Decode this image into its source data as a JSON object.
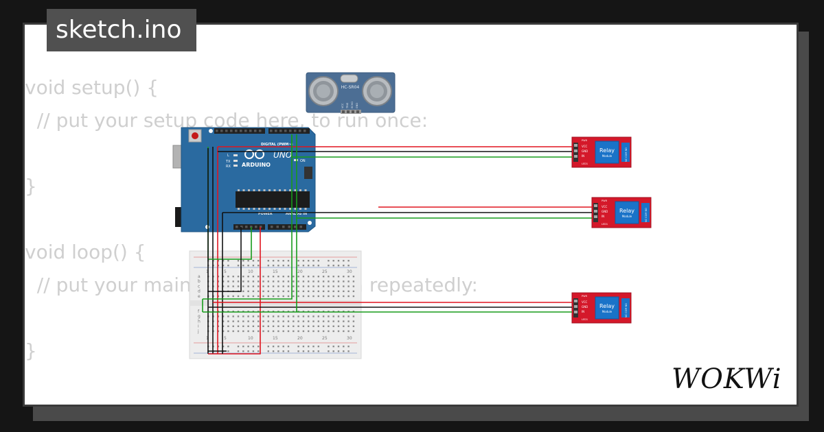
{
  "title": "sketch.ino",
  "code_lines": [
    "void setup() {",
    "  // put your setup code here, to run once:",
    "",
    "}",
    "",
    "void loop() {",
    "  // put your main code here, to run repeatedly:",
    "",
    "}"
  ],
  "ultrasonic": {
    "label": "HC-SR04",
    "pins": [
      "VCC",
      "TRIG",
      "ECHO",
      "GND"
    ]
  },
  "arduino": {
    "brand": "ARDUINO",
    "model": "UNO",
    "digital_label": "DIGITAL (PWM~)",
    "power_label": "POWER",
    "analog_label": "ANALOG IN",
    "on_label": "ON",
    "tx_label": "TX",
    "rx_label": "RX",
    "l_label": "L"
  },
  "relays": [
    {
      "title": "Relay",
      "subtitle": "Module",
      "pins": [
        "VCC",
        "GND",
        "IN"
      ],
      "pwr": "PWR",
      "led": "LED1",
      "side": "NC COM NO"
    },
    {
      "title": "Relay",
      "subtitle": "Module",
      "pins": [
        "VCC",
        "GND",
        "IN"
      ],
      "pwr": "PWR",
      "led": "LED1",
      "side": "NC COM NO"
    },
    {
      "title": "Relay",
      "subtitle": "Module",
      "pins": [
        "VCC",
        "GND",
        "IN"
      ],
      "pwr": "PWR",
      "led": "LED1",
      "side": "NC COM NO"
    }
  ],
  "breadboard": {
    "col_numbers": [
      "1",
      "5",
      "10",
      "15",
      "20",
      "25",
      "30"
    ],
    "row_letters_top": [
      "j",
      "i",
      "h",
      "g",
      "f"
    ],
    "row_letters_bottom": [
      "e",
      "d",
      "c",
      "b",
      "a"
    ]
  },
  "logo": "WOKWi",
  "colors": {
    "wire_red": "#e0141e",
    "wire_green": "#169b1a",
    "wire_black": "#111111",
    "board": "#2a6aa0",
    "relay": "#d4182a",
    "relay_blue": "#1a73c8"
  }
}
